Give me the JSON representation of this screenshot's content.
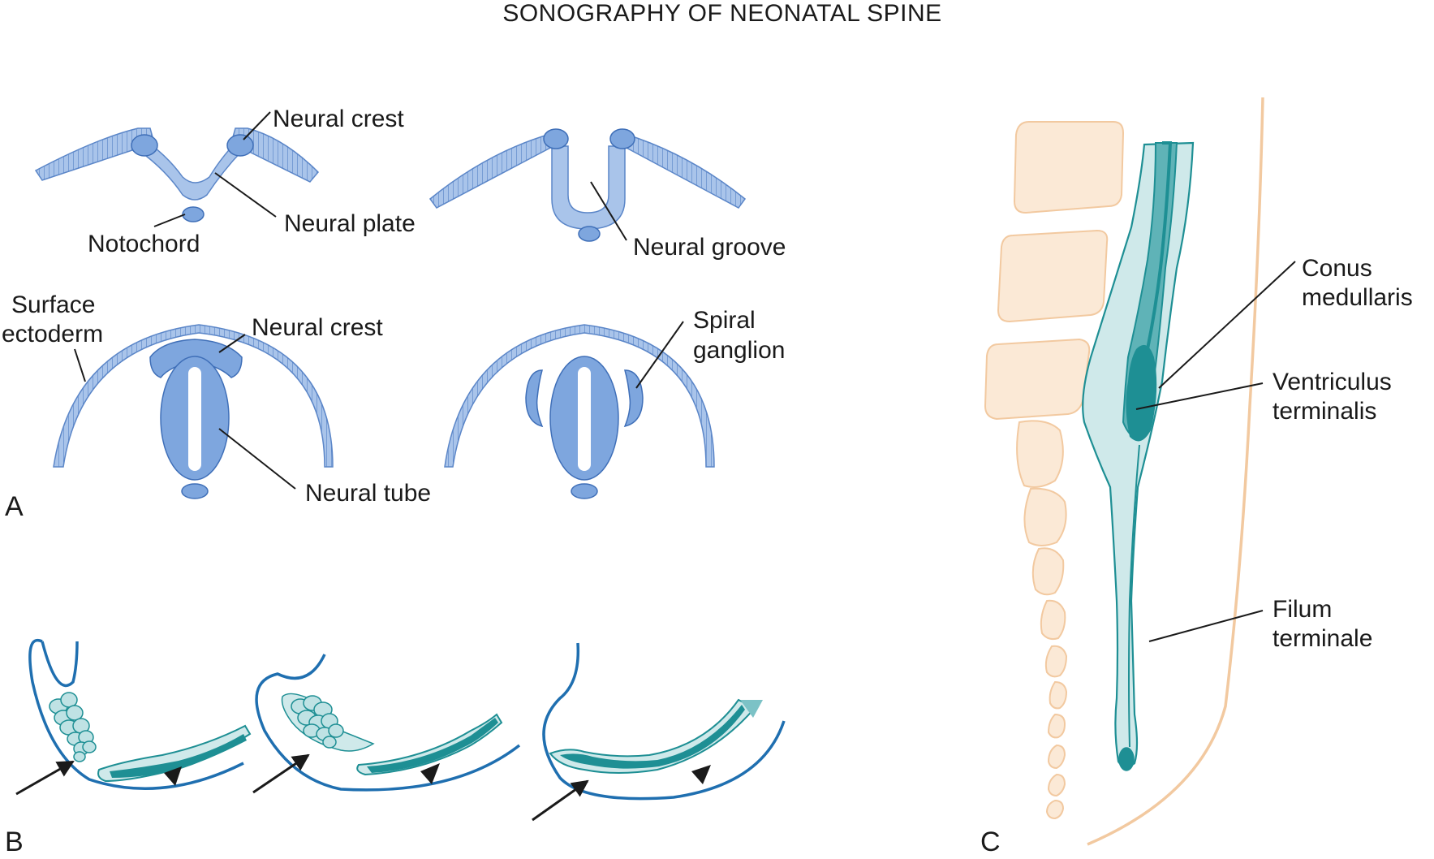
{
  "figure": {
    "title": "SONOGRAPHY OF NEONATAL SPINE"
  },
  "panel_a": {
    "letter": "A",
    "labels": {
      "neural_crest_top": "Neural crest",
      "neural_plate": "Neural plate",
      "notochord": "Notochord",
      "neural_groove": "Neural groove",
      "surface_ectoderm_line1": "Surface",
      "surface_ectoderm_line2": "ectoderm",
      "neural_crest_bottom": "Neural crest",
      "neural_tube": "Neural tube",
      "spiral_ganglion_line1": "Spiral",
      "spiral_ganglion_line2": "ganglion"
    }
  },
  "panel_b": {
    "letter": "B"
  },
  "panel_c": {
    "letter": "C",
    "labels": {
      "conus_line1": "Conus",
      "conus_line2": "medullaris",
      "ventriculus_line1": "Ventriculus",
      "ventriculus_line2": "terminalis",
      "filum_line1": "Filum",
      "filum_line2": "terminale"
    }
  },
  "colors": {
    "ectoderm_fill": "#a9c4ea",
    "ectoderm_stroke": "#5b86c8",
    "neural_fill": "#7ea6de",
    "neural_stroke": "#3f6fb8",
    "teal_dark": "#1e8f94",
    "teal_light": "#cfe9ea",
    "outline_blue": "#1f6fb0",
    "vertebra_fill": "#fbe9d6",
    "vertebra_stroke": "#f2c9a0"
  }
}
